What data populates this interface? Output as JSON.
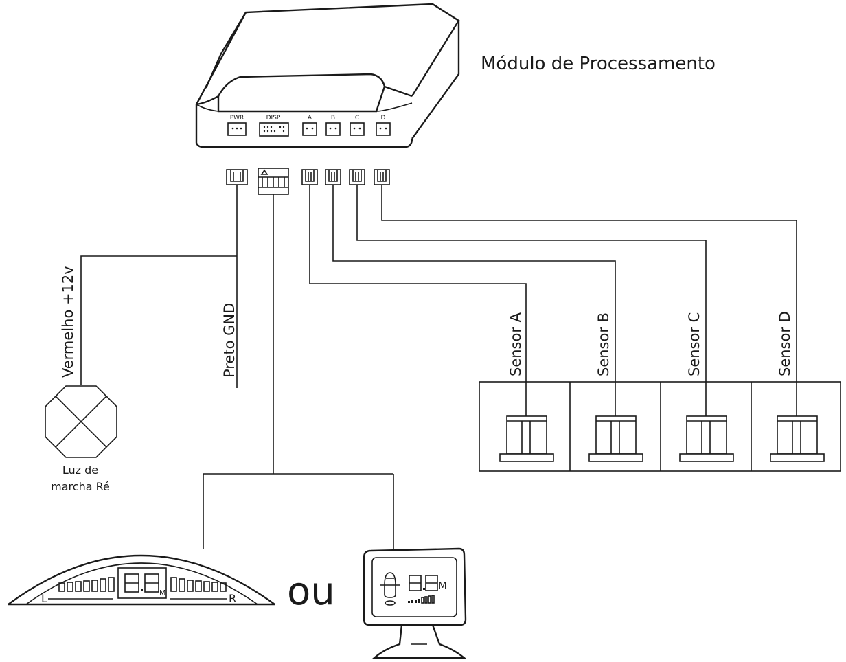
{
  "module": {
    "title": "Módulo de Processamento",
    "ports": [
      "PWR",
      "DISP",
      "A",
      "B",
      "C",
      "D"
    ]
  },
  "wires": {
    "red": "Vermelho  +12v",
    "black": "Preto GND"
  },
  "lamp": {
    "label_line1": "Luz de",
    "label_line2": "marcha Ré"
  },
  "sensors": [
    "Sensor A",
    "Sensor B",
    "Sensor C",
    "Sensor D"
  ],
  "display_options": {
    "or_text": "ou",
    "bar_left": "L",
    "bar_right": "R",
    "bar_unit": "M",
    "monitor_unit": "M"
  }
}
